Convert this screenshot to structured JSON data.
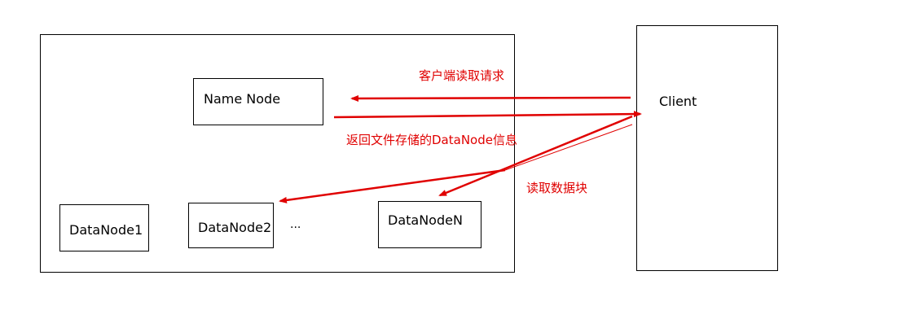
{
  "nodes": {
    "name_node": "Name Node",
    "datanode_1": "DataNode1",
    "datanode_2": "DataNode2",
    "ellipsis": "...",
    "datanode_n": "DataNodeN",
    "client": "Client"
  },
  "annotations": {
    "read_request": "客户端读取请求",
    "return_info": "返回文件存储的DataNode信息",
    "read_blocks": "读取数据块"
  },
  "colors": {
    "arrow": "#e00000",
    "annotation_text": "#e00000",
    "border": "#000000"
  }
}
